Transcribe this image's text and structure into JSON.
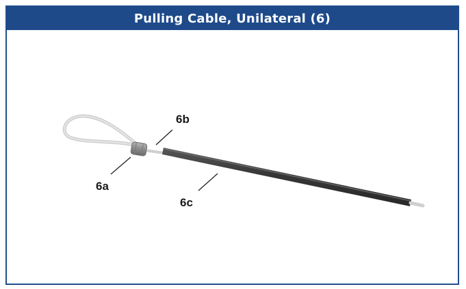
{
  "title": "Pulling Cable, Unilateral (6)",
  "callouts": {
    "6a": "6a",
    "6b": "6b",
    "6c": "6c"
  },
  "colors": {
    "title_bar": "#1e4a8a",
    "border": "#1f4d8c",
    "cable_sheath": "#4a4a4a",
    "wire_loop": "#c8c8c8",
    "ferrule": "#8f8f8f"
  }
}
